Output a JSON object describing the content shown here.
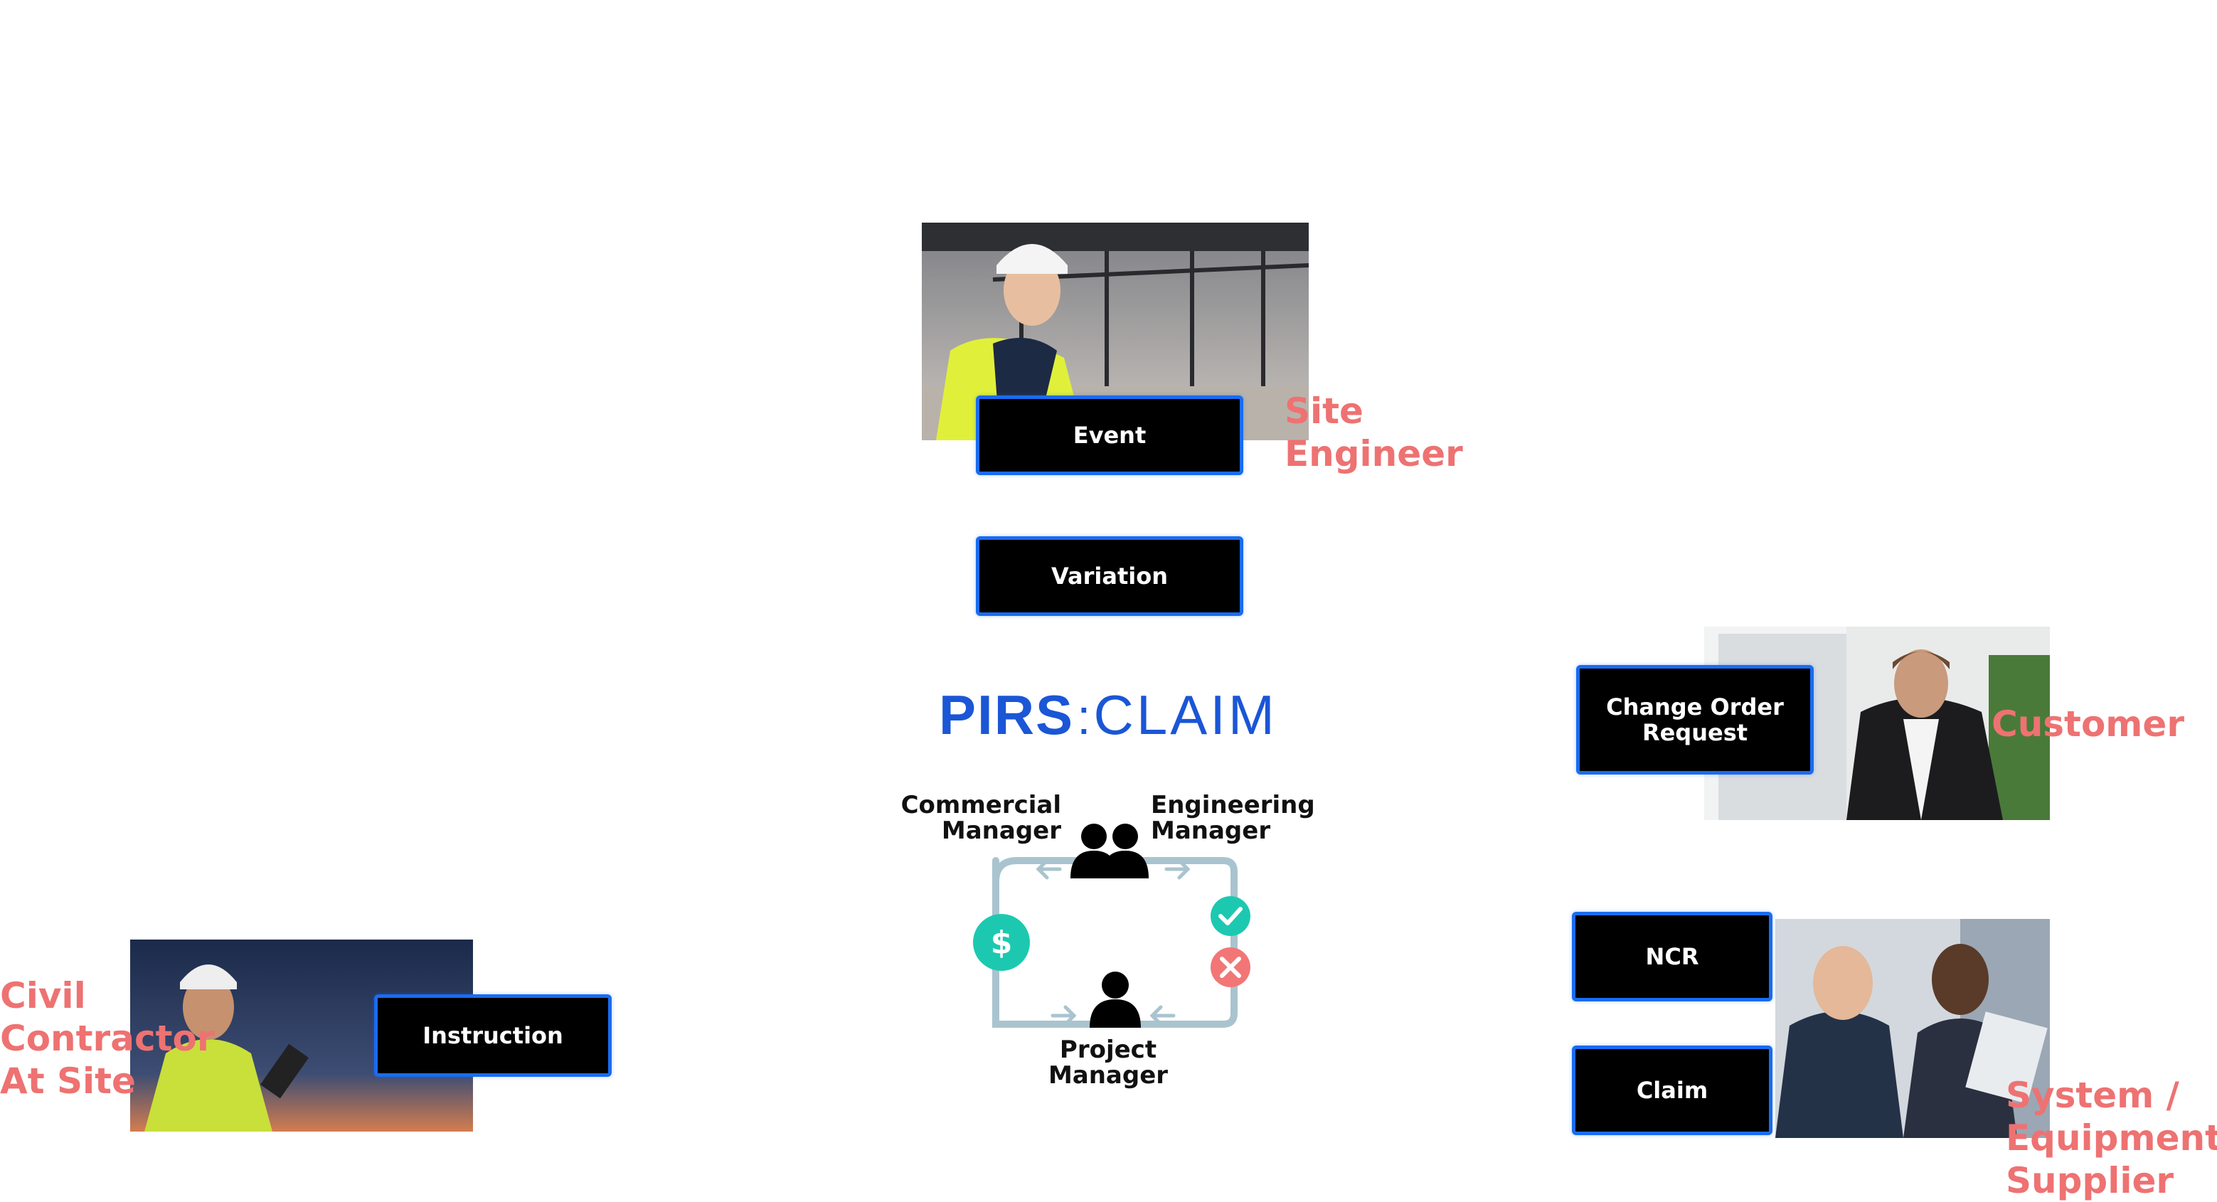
{
  "boxes": {
    "event": "Event",
    "variation": "Variation",
    "change_order_line1": "Change Order",
    "change_order_line2": "Request",
    "ncr": "NCR",
    "claim": "Claim",
    "instruction": "Instruction"
  },
  "roles": {
    "site_engineer_line1": "Site",
    "site_engineer_line2": "Engineer",
    "customer": "Customer",
    "civil_line1": "Civil",
    "civil_line2": "Contractor",
    "civil_line3": "At Site",
    "supplier_line1": "System /",
    "supplier_line2": "Equipment",
    "supplier_line3": "Supplier"
  },
  "logo": {
    "part1": "PIRS",
    "separator": ":",
    "part2": "CLAIM"
  },
  "workflow": {
    "commercial_line1": "Commercial",
    "commercial_line2": "Manager",
    "engineering_line1": "Engineering",
    "engineering_line2": "Manager",
    "project_line1": "Project",
    "project_line2": "Manager",
    "dollar_symbol": "$"
  },
  "colors": {
    "box_border": "#1a6cf0",
    "role_text": "#ee7272",
    "logo_blue": "#1a56d6",
    "cycle_stroke": "#a9c4cf",
    "approve_green": "#1cc9b0",
    "reject_red": "#f27676"
  },
  "icons": [
    "people-icon",
    "person-icon",
    "dollar-icon",
    "check-icon",
    "cross-icon",
    "arrow-left-icon",
    "arrow-right-icon"
  ]
}
